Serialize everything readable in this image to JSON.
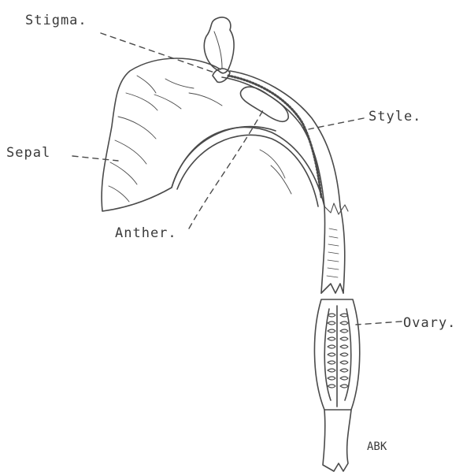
{
  "labels": {
    "stigma": "Stigma.",
    "style": "Style.",
    "sepal": "Sepal",
    "anther": "Anther.",
    "ovary": "Ovary."
  },
  "signature": "ABK",
  "colors": {
    "ink": "#4a4a4a",
    "background": "#ffffff"
  }
}
